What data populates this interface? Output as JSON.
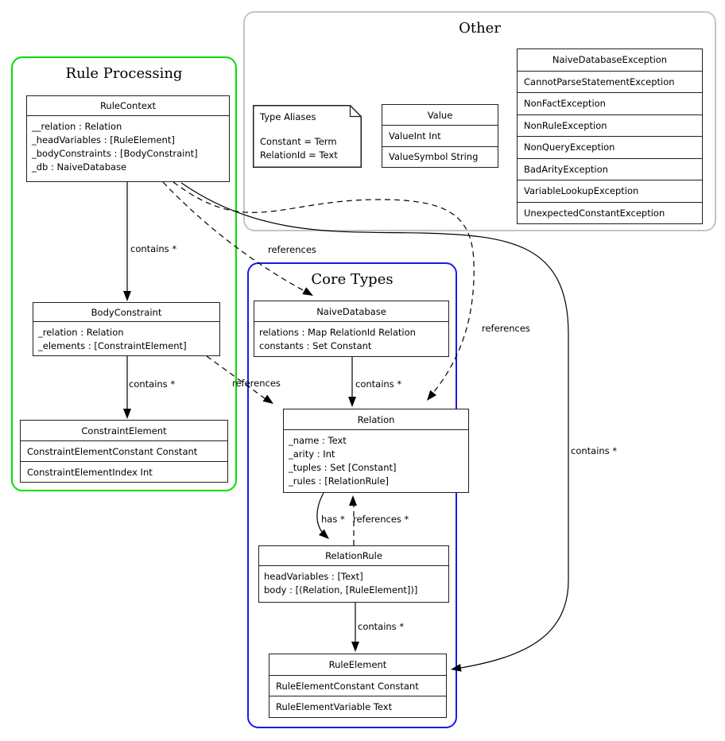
{
  "diagram": {
    "groups": {
      "rule_processing": {
        "title": "Rule Processing",
        "border_color": "#00dd00"
      },
      "other": {
        "title": "Other",
        "border_color": "#c4c4c4"
      },
      "core_types": {
        "title": "Core Types",
        "border_color": "#1a1aee"
      }
    },
    "classes": {
      "rule_context": {
        "title": "RuleContext",
        "fields": [
          "__relation : Relation",
          "_headVariables : [RuleElement]",
          "_bodyConstraints : [BodyConstraint]",
          "_db : NaiveDatabase"
        ]
      },
      "body_constraint": {
        "title": "BodyConstraint",
        "fields": [
          "_relation : Relation",
          "_elements : [ConstraintElement]"
        ]
      },
      "constraint_element": {
        "title": "ConstraintElement",
        "rows": [
          "ConstraintElementConstant Constant",
          "ConstraintElementIndex Int"
        ]
      },
      "naive_database": {
        "title": "NaiveDatabase",
        "fields": [
          "relations : Map RelationId Relation",
          "constants : Set Constant"
        ]
      },
      "relation": {
        "title": "Relation",
        "fields": [
          "_name : Text",
          "_arity : Int",
          "_tuples : Set [Constant]",
          "_rules : [RelationRule]"
        ]
      },
      "relation_rule": {
        "title": "RelationRule",
        "fields": [
          "headVariables : [Text]",
          "body : [(Relation, [RuleElement])]"
        ]
      },
      "rule_element": {
        "title": "RuleElement",
        "rows": [
          "RuleElementConstant Constant",
          "RuleElementVariable Text"
        ]
      },
      "value": {
        "title": "Value",
        "rows": [
          "ValueInt Int",
          "ValueSymbol String"
        ]
      },
      "naive_database_exception": {
        "title": "NaiveDatabaseException",
        "rows": [
          "CannotParseStatementException",
          "NonFactException",
          "NonRuleException",
          "NonQueryException",
          "BadArityException",
          "VariableLookupException",
          "UnexpectedConstantException"
        ]
      }
    },
    "note": {
      "title": "Type Aliases",
      "lines": [
        "Constant = Term",
        "RelationId = Text"
      ]
    },
    "edge_labels": {
      "rulecontext_bodyconstraint": "contains *",
      "rulecontext_naivedatabase": "references",
      "rulecontext_relation": "references",
      "rulecontext_ruleelement": "contains *",
      "bodyconstraint_constraintelement": "contains *",
      "bodyconstraint_relation": "references",
      "naivedatabase_relation": "contains *",
      "relation_relationrule": "has *",
      "relationrule_relation": "references *",
      "relationrule_ruleelement": "contains *"
    }
  }
}
